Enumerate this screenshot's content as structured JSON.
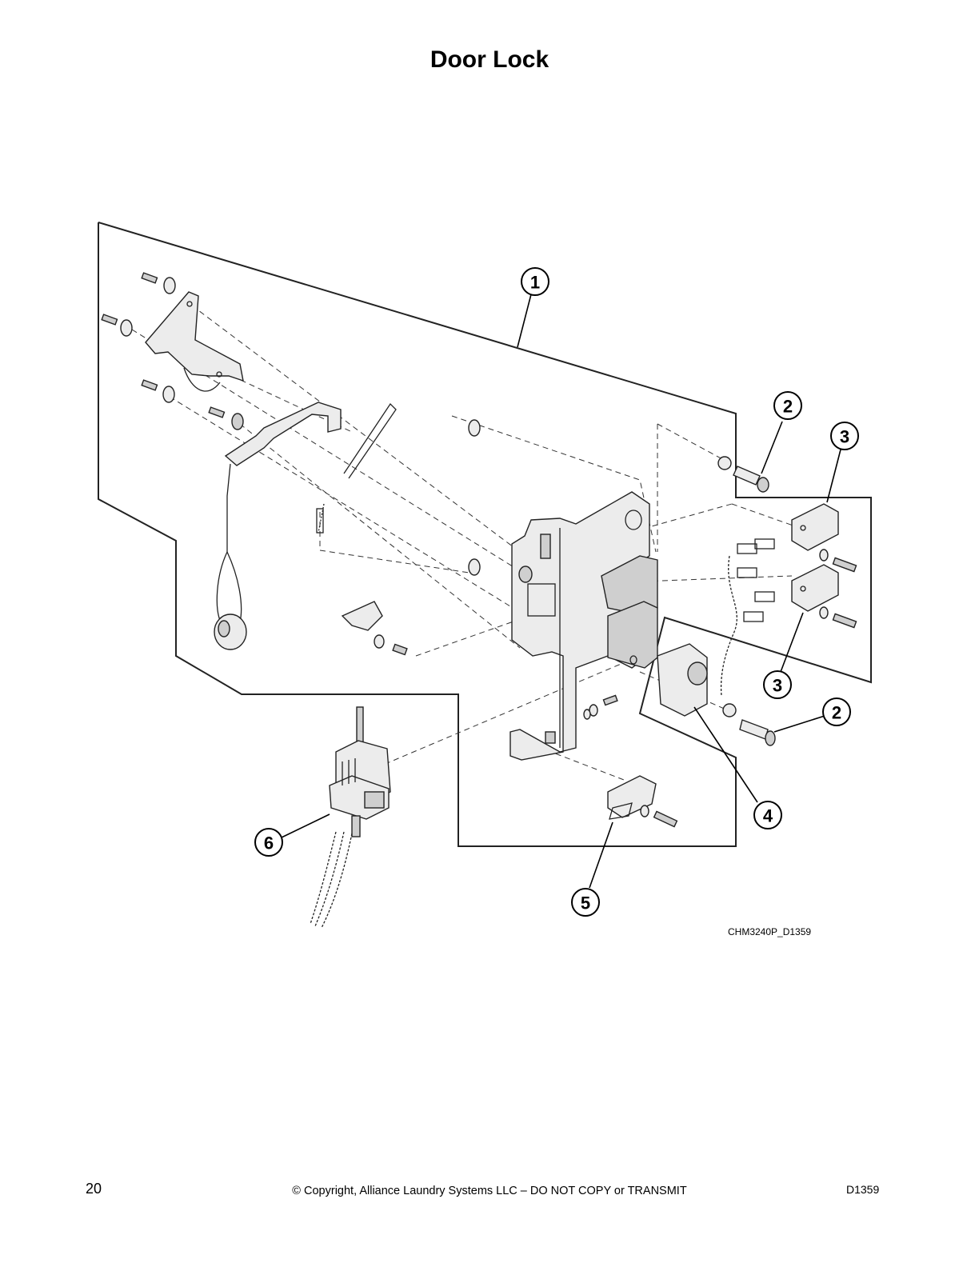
{
  "page": {
    "title": "Door Lock",
    "drawing_id": "CHM3240P_D1359",
    "footer": {
      "page_number": "20",
      "copyright": "© Copyright, Alliance Laundry Systems LLC – DO NOT COPY or TRANSMIT",
      "doc_code": "D1359"
    }
  },
  "callouts": [
    "1",
    "2",
    "3",
    "3",
    "2",
    "4",
    "5",
    "6"
  ],
  "colors": {
    "ink": "#000000",
    "background": "#ffffff",
    "part_fill": "#ececec"
  }
}
